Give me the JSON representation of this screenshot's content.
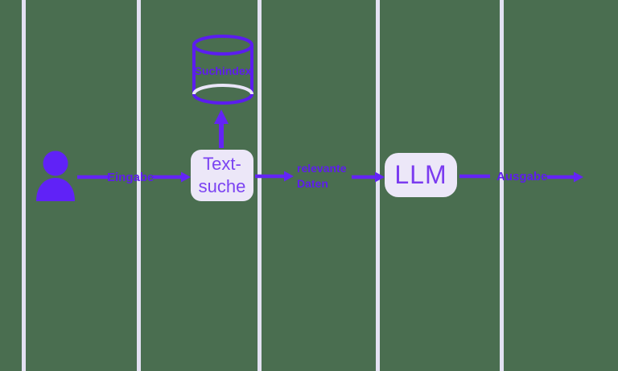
{
  "canvas": {
    "background_color": "#4a6e50",
    "accent_color": "#6424f5",
    "guide_line_color": "#e3e1f2",
    "node_fill_color": "#ece7f8",
    "node_text_color": "#7b43f2",
    "label_text_color": "#5e1ded"
  },
  "nodes": {
    "search_index": {
      "label": "Suchindex"
    },
    "text_search": {
      "line1": "Text-",
      "line2": "suche"
    },
    "llm": {
      "label": "LLM"
    }
  },
  "edges": {
    "input": {
      "label": "Eingabe"
    },
    "relevant_data": {
      "line1": "relevante",
      "line2": "Daten"
    },
    "output": {
      "label": "Ausgabe"
    }
  }
}
